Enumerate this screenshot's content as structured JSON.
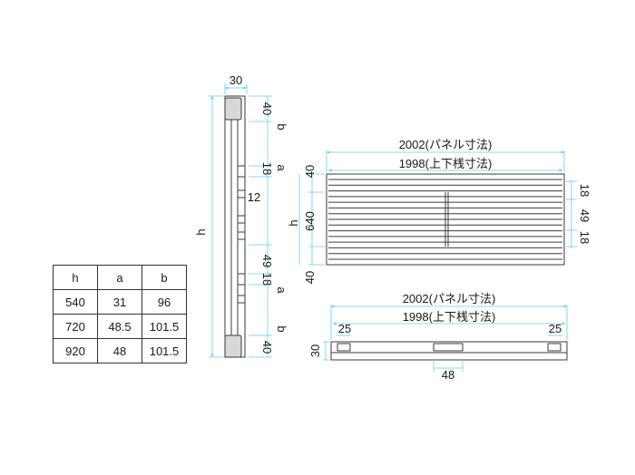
{
  "table": {
    "headers": [
      "h",
      "a",
      "b"
    ],
    "rows": [
      [
        "540",
        "31",
        "96"
      ],
      [
        "720",
        "48.5",
        "101.5"
      ],
      [
        "920",
        "48",
        "101.5"
      ]
    ]
  },
  "side_view": {
    "width": "30",
    "top_end": "40",
    "upper_gap": "b",
    "upper_rail": "18",
    "upper_a": "a",
    "slot": "12",
    "height": "h",
    "lower_49": "49",
    "lower_rail": "18",
    "lower_a": "a",
    "lower_gap": "b",
    "bottom_end": "40"
  },
  "front_view": {
    "panel_width": "2002(パネル寸法)",
    "rail_width": "1998(上下桟寸法)",
    "top_end": "40",
    "height": "h",
    "inner": "640",
    "bottom_end": "40",
    "right_18_top": "18",
    "right_49": "49",
    "right_18_bottom": "18"
  },
  "plan_view": {
    "panel_width": "2002(パネル寸法)",
    "rail_width": "1998(上下桟寸法)",
    "left_25": "25",
    "right_25": "25",
    "depth": "30",
    "center": "48"
  },
  "colors": {
    "dimension": "#66cde6",
    "outline": "#3a3a3a"
  }
}
